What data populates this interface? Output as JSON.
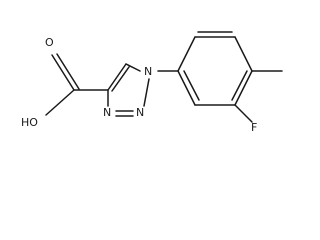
{
  "structure": {
    "atom_labels": {
      "n1": "N",
      "n2": "N",
      "n3": "N",
      "oh": "HO",
      "o": "O",
      "f": "F"
    }
  },
  "style": {
    "bond_color": "#1a1a1a",
    "background": "#ffffff"
  }
}
